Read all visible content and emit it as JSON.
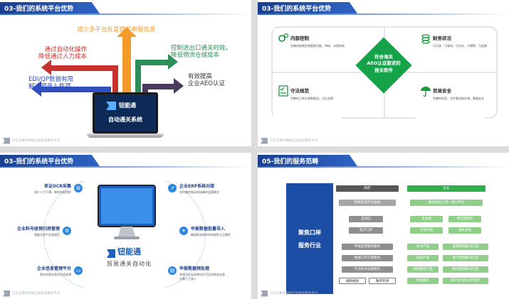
{
  "slides": [
    {
      "header": "03-我们的系统平台优势",
      "labels": {
        "top": "减少多平台反复提交申报信息",
        "left1_a": "通过自动化操作",
        "left1_b": "降低通过人力成本",
        "left2_a": "EDI/QP数据有限",
        "left2_b": "解决预录入瓶颈",
        "right1_a": "控制进出口通关时效，",
        "right1_b": "降低物流仓储成本",
        "right2_a": "有效提高",
        "right2_b": "企业AEO认证"
      },
      "laptop": {
        "brand": "钮能通",
        "system": "自动通关系统"
      },
      "footer": "方正达服务数据全国关贸服务平台"
    },
    {
      "header": "03-我们的系统平台优势",
      "center": [
        "符合海关",
        "AEO认证要求的",
        "报关软件"
      ],
      "quads": [
        {
          "title": "内部控制",
          "desc": "完善的前期合规管理功能，审核、纠错机制",
          "icon": "gears-icon"
        },
        {
          "title": "财务状况",
          "desc": "可记录、可查询、可分析、可预警、可追溯",
          "icon": "coins-icon"
        },
        {
          "title": "守法规范",
          "desc": "完善的订单交易数据流，正反追溯",
          "icon": "checklist-icon"
        },
        {
          "title": "贸易安全",
          "desc": "完善的信息、文件备份和存储，数据安全",
          "icon": "umbrella-icon"
        }
      ],
      "footer": "方正达服务数据全国关贸服务平台"
    },
    {
      "header": "03-我们的系统平台优势",
      "left": [
        {
          "title": "单证OCR采集",
          "desc": "减少人工干预，降低申报错率"
        },
        {
          "title": "企业料号级预归类管理",
          "desc": "强制化资产信息规范"
        },
        {
          "title": "企业信息管理平台",
          "desc": "简化申报信息的全程追溯"
        }
      ],
      "right": [
        {
          "title": "企业ERP系统对接",
          "desc": "实时掌控和动态核算的监管模式"
        },
        {
          "title": "申报数据批量导入",
          "desc": "确保报关操作的时效性与正确性"
        },
        {
          "title": "申报数据预处理",
          "desc": "系统可以自动审出许可证的相关信息",
          "desc2": "无需人工录入"
        }
      ],
      "brand": "钮能通",
      "slogan": "贸易通关自动化",
      "footer": "方正达服务数据全国关贸服务平台"
    },
    {
      "header": "05-我们的服务范畴",
      "big": [
        "聚焦口岸",
        "服务行业"
      ],
      "cols": {
        "gov": "政府",
        "ent": "企业",
        "gov_sub": "特殊区域平台运维",
        "ent_sub": "报关进出口单一窗口平台",
        "gov_a": "自贸区",
        "gov_b": "电子口岸",
        "ent_a1": "货主端",
        "ent_a2": "供应链服务",
        "ent_b1": "仓储无纸",
        "ent_b2": "通关无纸",
        "gov_list": [
          "申报监管服务服务",
          "数据口岸交换服务",
          "平台技术运维服务"
        ],
        "ent_list1": [
          "关务产品",
          "加贸产品",
          "保税服务产品",
          "参数服务"
        ],
        "ent_list2": [
          "运输管理解决方案",
          "货代管理解决方案",
          "物流管理解决方案",
          "统计查询及分析报告"
        ],
        "bottom_a": "调研规划",
        "bottom_b": "政府专项"
      },
      "footer": "方正达服务数据全国关贸服务平台"
    }
  ]
}
